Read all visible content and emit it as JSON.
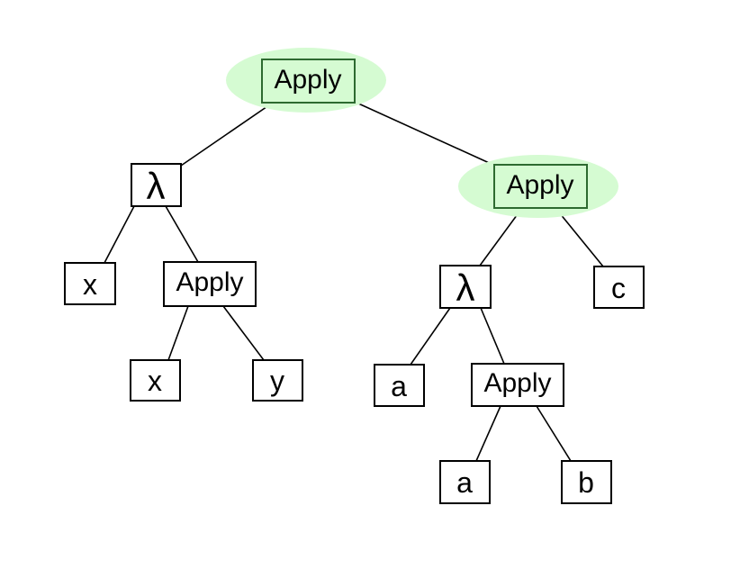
{
  "diagram": {
    "kind": "tree",
    "description": "Lambda-calculus abstract syntax tree; the root Apply node and the right Apply node are highlighted with green ellipses"
  },
  "colors": {
    "background": "#ffffff",
    "highlight_fill": "#d5fbd2",
    "highlight_border": "#2d6a30",
    "highlight_text": "#2f6d33",
    "node_fill": "#ffffff",
    "node_border": "#000000",
    "node_text": "#000000",
    "edge": "#000000"
  },
  "tree": {
    "root": {
      "label": "Apply",
      "highlighted": true,
      "children": [
        {
          "label": "λ",
          "highlighted": false,
          "children": [
            {
              "label": "x",
              "highlighted": false,
              "children": []
            },
            {
              "label": "Apply",
              "highlighted": false,
              "children": [
                {
                  "label": "x",
                  "highlighted": false,
                  "children": []
                },
                {
                  "label": "y",
                  "highlighted": false,
                  "children": []
                }
              ]
            }
          ]
        },
        {
          "label": "Apply",
          "highlighted": true,
          "children": [
            {
              "label": "λ",
              "highlighted": false,
              "children": [
                {
                  "label": "a",
                  "highlighted": false,
                  "children": []
                },
                {
                  "label": "Apply",
                  "highlighted": false,
                  "children": [
                    {
                      "label": "a",
                      "highlighted": false,
                      "children": []
                    },
                    {
                      "label": "b",
                      "highlighted": false,
                      "children": []
                    }
                  ]
                }
              ]
            },
            {
              "label": "c",
              "highlighted": false,
              "children": []
            }
          ]
        }
      ]
    }
  }
}
